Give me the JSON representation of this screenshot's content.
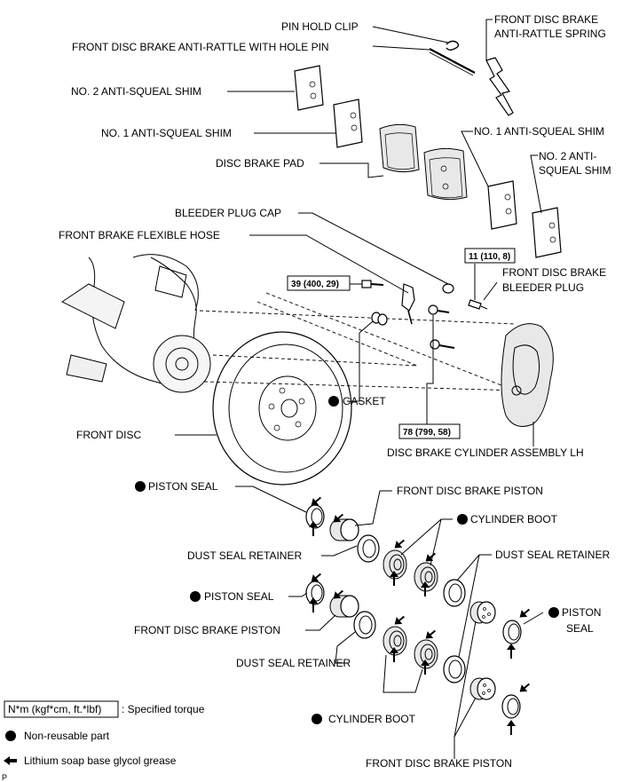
{
  "labels": {
    "pin_hold_clip": "PIN HOLD CLIP",
    "anti_rattle_spring_1": "FRONT DISC BRAKE",
    "anti_rattle_spring_2": "ANTI-RATTLE SPRING",
    "anti_rattle_pin": "FRONT DISC BRAKE ANTI-RATTLE WITH HOLE PIN",
    "no2_shim_left": "NO. 2 ANTI-SQUEAL SHIM",
    "no1_shim_left": "NO. 1 ANTI-SQUEAL SHIM",
    "no1_shim_right": "NO. 1 ANTI-SQUEAL SHIM",
    "no2_shim_right_1": "NO. 2 ANTI-",
    "no2_shim_right_2": "SQUEAL SHIM",
    "disc_brake_pad": "DISC BRAKE PAD",
    "bleeder_plug_cap": "BLEEDER PLUG CAP",
    "flexible_hose": "FRONT BRAKE FLEXIBLE HOSE",
    "bleeder_plug_1": "FRONT DISC BRAKE",
    "bleeder_plug_2": "BLEEDER PLUG",
    "gasket": "GASKET",
    "front_disc": "FRONT DISC",
    "cylinder_assembly": "DISC BRAKE CYLINDER ASSEMBLY LH",
    "piston_seal_1": "PISTON SEAL",
    "piston_1": "FRONT DISC BRAKE PISTON",
    "cylinder_boot_1": "CYLINDER BOOT",
    "dust_seal_retainer_1": "DUST SEAL RETAINER",
    "dust_seal_retainer_2": "DUST SEAL RETAINER",
    "piston_seal_2": "PISTON SEAL",
    "piston_seal_3a": "PISTON",
    "piston_seal_3b": "SEAL",
    "piston_2": "FRONT DISC BRAKE PISTON",
    "dust_seal_retainer_3": "DUST SEAL RETAINER",
    "cylinder_boot_2": "CYLINDER BOOT",
    "piston_3": "FRONT DISC BRAKE PISTON"
  },
  "torques": {
    "t1": "11 (110, 8)",
    "t2": "39 (400, 29)",
    "t3": "78 (799, 58)"
  },
  "legend": {
    "torque_box": "N*m (kgf*cm, ft.*lbf)",
    "torque_text": ": Specified torque",
    "nonreusable": "Non-reusable part",
    "grease": "Lithium soap base glycol grease"
  },
  "corner_mark": "P"
}
